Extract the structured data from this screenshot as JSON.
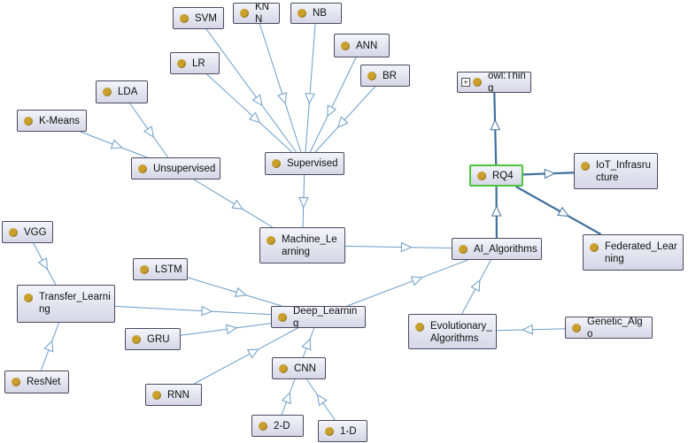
{
  "nodes": [
    {
      "id": "svm",
      "label": "SVM"
    },
    {
      "id": "knn",
      "label": "KNN"
    },
    {
      "id": "nb",
      "label": "NB"
    },
    {
      "id": "lr",
      "label": "LR"
    },
    {
      "id": "ann",
      "label": "ANN"
    },
    {
      "id": "br",
      "label": "BR"
    },
    {
      "id": "lda",
      "label": "LDA"
    },
    {
      "id": "owl",
      "label": "owl:Thing",
      "expander": "+"
    },
    {
      "id": "kmeans",
      "label": "K-Means"
    },
    {
      "id": "unsupervised",
      "label": "Unsupervised"
    },
    {
      "id": "supervised",
      "label": "Supervised"
    },
    {
      "id": "rq4",
      "label": "RQ4",
      "selected": true
    },
    {
      "id": "iot",
      "label": "IoT_Infrasructure"
    },
    {
      "id": "vgg",
      "label": "VGG"
    },
    {
      "id": "ml",
      "label": "Machine_Learning"
    },
    {
      "id": "ai",
      "label": "AI_Algorithms"
    },
    {
      "id": "fl",
      "label": "Federated_Learning"
    },
    {
      "id": "lstm",
      "label": "LSTM"
    },
    {
      "id": "tl",
      "label": "Transfer_Learning"
    },
    {
      "id": "dl",
      "label": "Deep_Learning"
    },
    {
      "id": "evo",
      "label": "Evolutionary_Algorithms"
    },
    {
      "id": "genetic",
      "label": "Genetic_Algo"
    },
    {
      "id": "gru",
      "label": "GRU"
    },
    {
      "id": "cnn",
      "label": "CNN"
    },
    {
      "id": "resnet",
      "label": "ResNet"
    },
    {
      "id": "rnn",
      "label": "RNN"
    },
    {
      "id": "d2",
      "label": "2-D"
    },
    {
      "id": "d1",
      "label": "1-D"
    }
  ],
  "edges": [
    {
      "from": "svm",
      "to": "supervised"
    },
    {
      "from": "knn",
      "to": "supervised"
    },
    {
      "from": "nb",
      "to": "supervised"
    },
    {
      "from": "lr",
      "to": "supervised"
    },
    {
      "from": "ann",
      "to": "supervised"
    },
    {
      "from": "br",
      "to": "supervised"
    },
    {
      "from": "lda",
      "to": "unsupervised"
    },
    {
      "from": "kmeans",
      "to": "unsupervised"
    },
    {
      "from": "unsupervised",
      "to": "ml"
    },
    {
      "from": "supervised",
      "to": "ml"
    },
    {
      "from": "ml",
      "to": "ai"
    },
    {
      "from": "vgg",
      "to": "tl"
    },
    {
      "from": "tl",
      "to": "dl"
    },
    {
      "from": "resnet",
      "to": "tl"
    },
    {
      "from": "lstm",
      "to": "dl"
    },
    {
      "from": "gru",
      "to": "dl"
    },
    {
      "from": "rnn",
      "to": "dl"
    },
    {
      "from": "cnn",
      "to": "dl"
    },
    {
      "from": "d2",
      "to": "cnn"
    },
    {
      "from": "d1",
      "to": "cnn"
    },
    {
      "from": "dl",
      "to": "ai"
    },
    {
      "from": "evo",
      "to": "ai"
    },
    {
      "from": "genetic",
      "to": "evo"
    },
    {
      "from": "rq4",
      "to": "owl",
      "bold": true
    },
    {
      "from": "ai",
      "to": "rq4",
      "bold": true
    },
    {
      "from": "rq4",
      "to": "iot",
      "bold": true
    },
    {
      "from": "rq4",
      "to": "fl",
      "bold": true
    }
  ],
  "colors": {
    "edge": "#6a9cc8",
    "bold_edge": "#3f6f9c",
    "dot": "#c9a02c",
    "selected_border": "#4cc43c"
  }
}
